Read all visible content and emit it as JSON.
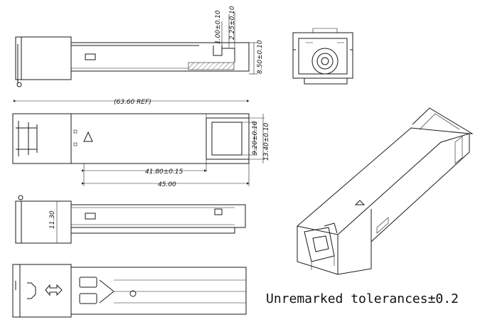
{
  "dimensions": {
    "top_pitch": "1.00±0.10",
    "top_width": "2.25±0.10",
    "top_height": "8.50±0.10",
    "overall_length": "(63.60   REF)",
    "cage_width": "9.20±0.10",
    "body_width": "13.40±0.10",
    "length_a": "41.80±0.15",
    "length_b": "45.00",
    "side_height": "11.30"
  },
  "note": "Unremarked tolerances±0.2"
}
